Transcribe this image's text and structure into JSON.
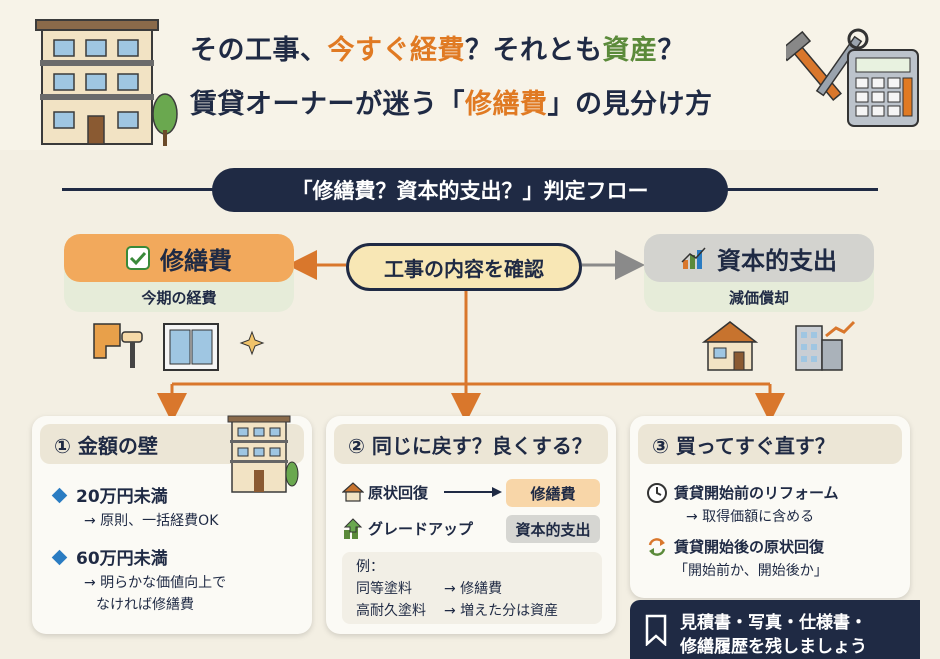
{
  "title": {
    "line1_pre": "その工事、",
    "line1_accent": "今すぐ経費",
    "line1_mid": "？それとも",
    "line1_accent2": "資産",
    "line1_end": "？",
    "line2_pre": "賃貸オーナーが迷う「",
    "line2_accent": "修繕費",
    "line2_end": "」の見分け方"
  },
  "flow_title": "「修繕費？資本的支出？」判定フロー",
  "center": "工事の内容を確認",
  "left_category": {
    "label": "修繕費",
    "sub": "今期の経費"
  },
  "right_category": {
    "label": "資本的支出",
    "sub": "減価償却"
  },
  "card1": {
    "heading": "① 金額の壁",
    "item1_title": "20万円未満",
    "item1_detail": "→ 原則、一括経費OK",
    "item2_title": "60万円未満",
    "item2_detail1": "→ 明らかな価値向上で",
    "item2_detail2": "なければ修繕費"
  },
  "card2": {
    "heading": "② 同じに戻す？良くする？",
    "row1_label": "原状回復",
    "row1_tag": "修繕費",
    "row2_label": "グレードアップ",
    "row2_tag": "資本的支出",
    "example_label": "例：",
    "ex1_left": "同等塗料",
    "ex1_right": "→ 修繕費",
    "ex2_left": "高耐久塗料",
    "ex2_right": "→ 増えた分は資産"
  },
  "card3": {
    "heading": "③ 買ってすぐ直す？",
    "item1_title": "賃貸開始前のリフォーム",
    "item1_detail": "→ 取得価額に含める",
    "item2_title": "賃貸開始後の原状回復",
    "item2_detail": "「開始前か、開始後か」"
  },
  "footer": {
    "line1": "見積書・写真・仕様書・",
    "line2": "修繕履歴を残しましょう"
  },
  "colors": {
    "navy": "#1f2a44",
    "orange": "#e07a23",
    "accent_bg": "#f8e7b5"
  }
}
